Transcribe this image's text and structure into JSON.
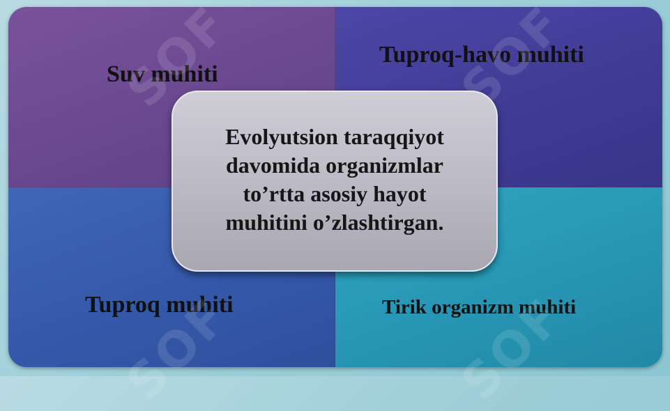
{
  "quadrants": {
    "top_left": {
      "label": "Suv muhiti",
      "color": "#6a4890"
    },
    "top_right": {
      "label": "Tuproq-havo muhiti",
      "color": "#403c96"
    },
    "bottom_left": {
      "label": "Tuproq muhiti",
      "color": "#3559aa"
    },
    "bottom_right": {
      "label": "Tirik organizm muhiti",
      "color": "#2796b4"
    }
  },
  "center": {
    "lines": [
      "Evolyutsion taraqqiyot",
      "davomida organizmlar",
      "to’rtta asosiy hayot",
      "muhitini o’zlashtirgan."
    ],
    "color": "#bcbac4"
  },
  "watermark": {
    "text": "SOF"
  }
}
